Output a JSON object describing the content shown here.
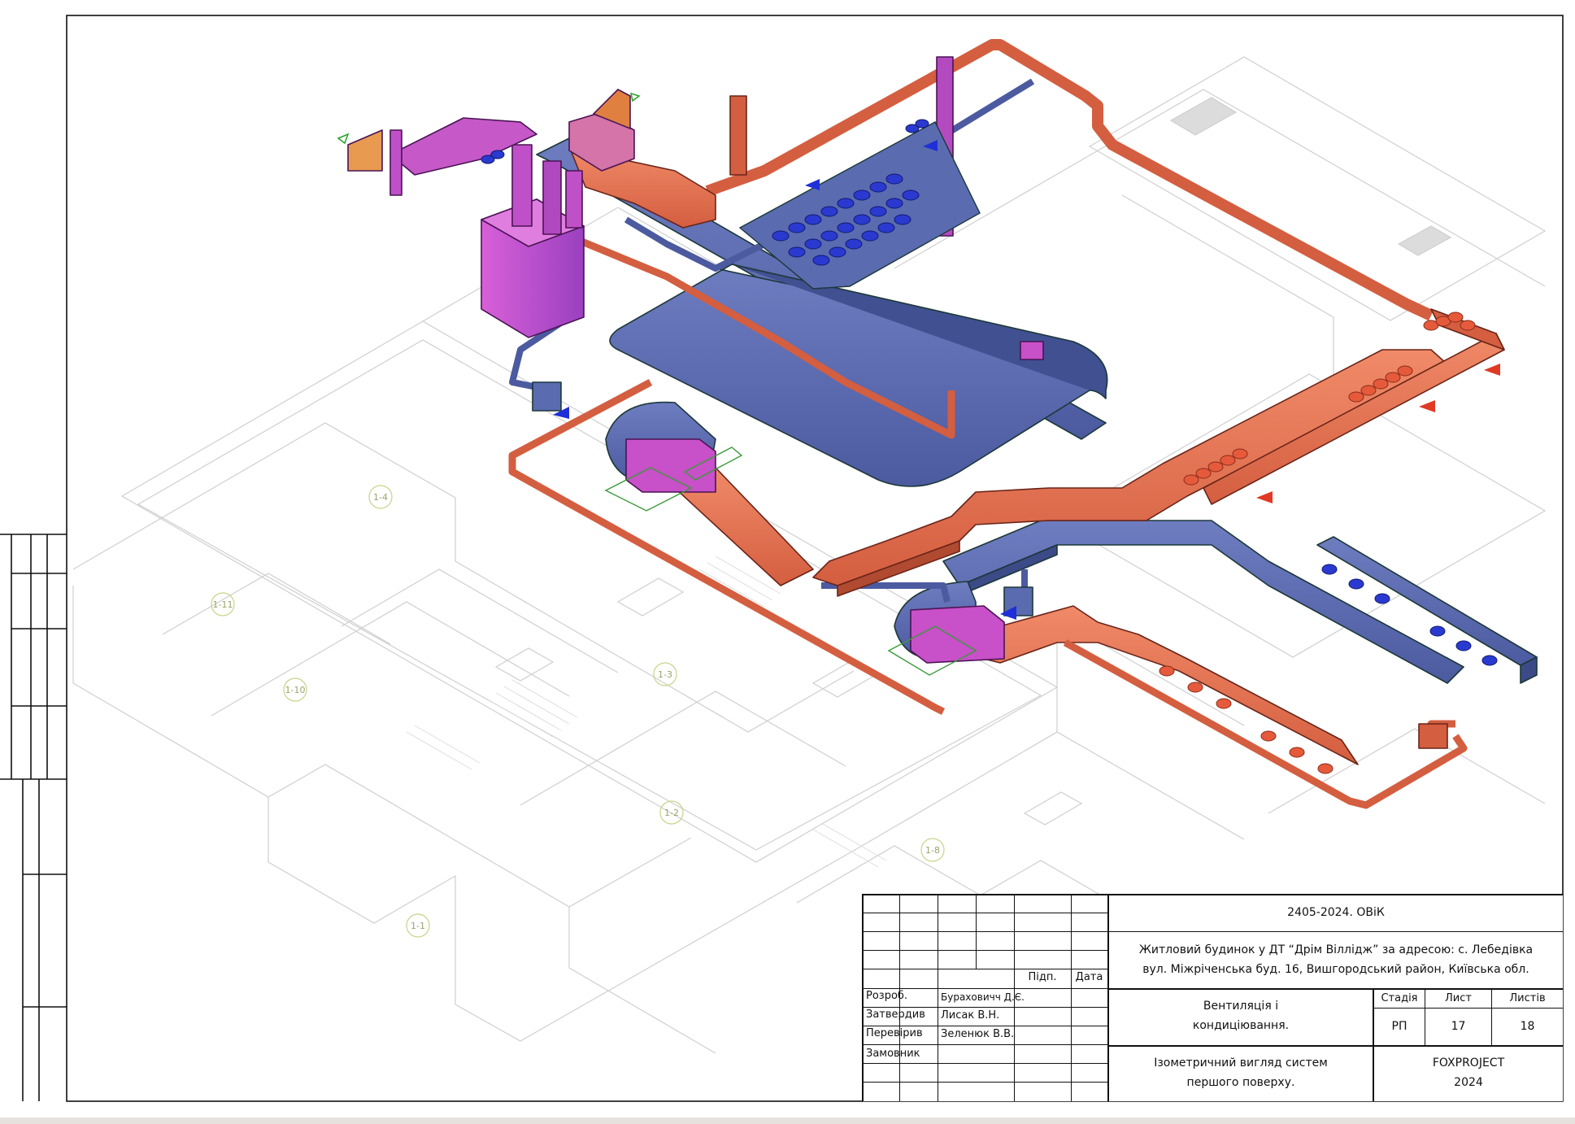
{
  "drawing": {
    "zone_labels": [
      "1-4",
      "1-11",
      "1-10",
      "1-3",
      "1-2",
      "1-8",
      "1-1"
    ],
    "supply_air_color": "#e07050",
    "exhaust_air_color": "#5a6bb0",
    "equipment_color": "#c054c8",
    "outline_color": "#1a3a3a",
    "diffuser_color": "#2a3ad0",
    "grille_color": "#e65a3c",
    "floor_plan_color": "#c8c8c8"
  },
  "title_block": {
    "project_code": "2405-2024. ОВіК",
    "object_line1": "Житловий будинок у ДТ “Дрім Віллідж” за адресою: с. Лебедівка",
    "object_line2": "вул. Міжріченська буд. 16, Вишгородський район, Київська обл.",
    "column_headers": {
      "signature": "Підп.",
      "date": "Дата"
    },
    "roles": [
      {
        "role": "Розроб.",
        "name": "Бураховичч Д.Є."
      },
      {
        "role": "Затвердив",
        "name": "Лисак В.Н."
      },
      {
        "role": "Перевірив",
        "name": "Зеленюк В.В."
      },
      {
        "role": "Замовник",
        "name": ""
      }
    ],
    "section_name_line1": "Вентиляція і",
    "section_name_line2": "кондиціювання.",
    "stage_label": "Стадія",
    "sheet_label": "Лист",
    "sheets_label": "Листів",
    "stage_value": "РП",
    "sheet_value": "17",
    "sheets_value": "18",
    "sheet_title_line1": "Ізометричний вигляд систем",
    "sheet_title_line2": "першого поверху.",
    "company": "FOXPROJECT",
    "year": "2024"
  }
}
